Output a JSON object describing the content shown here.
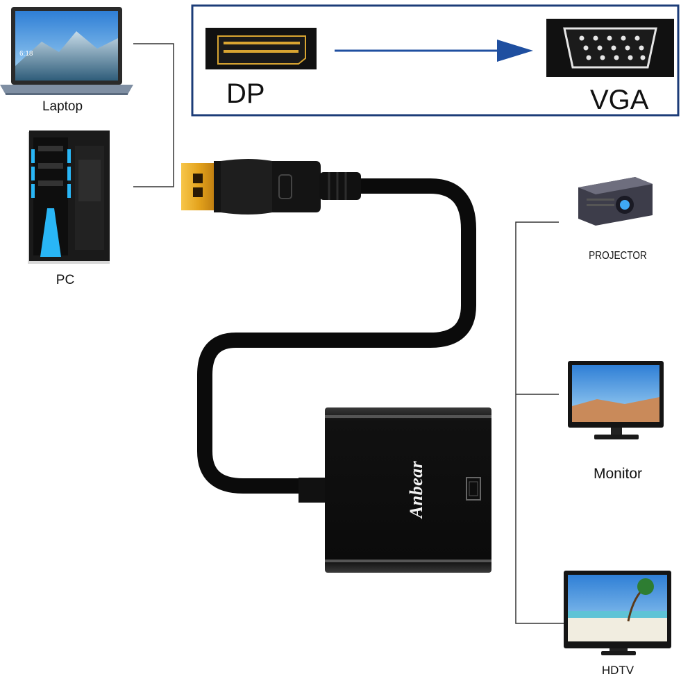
{
  "header_box": {
    "source_label": "DP",
    "target_label": "VGA",
    "arrow_color": "#1f4fa0",
    "frame_color": "#1c3c78"
  },
  "sources": [
    {
      "label": "Laptop",
      "icon": "laptop-icon"
    },
    {
      "label": "PC",
      "icon": "desktop-tower-icon"
    }
  ],
  "adapter": {
    "brand": "Anbear",
    "connector_in": "displayport-plug",
    "connector_out": "vga-port"
  },
  "outputs": [
    {
      "label": "PROJECTOR",
      "icon": "projector-icon"
    },
    {
      "label": "Monitor",
      "icon": "monitor-icon"
    },
    {
      "label": "HDTV",
      "icon": "tv-icon"
    }
  ]
}
